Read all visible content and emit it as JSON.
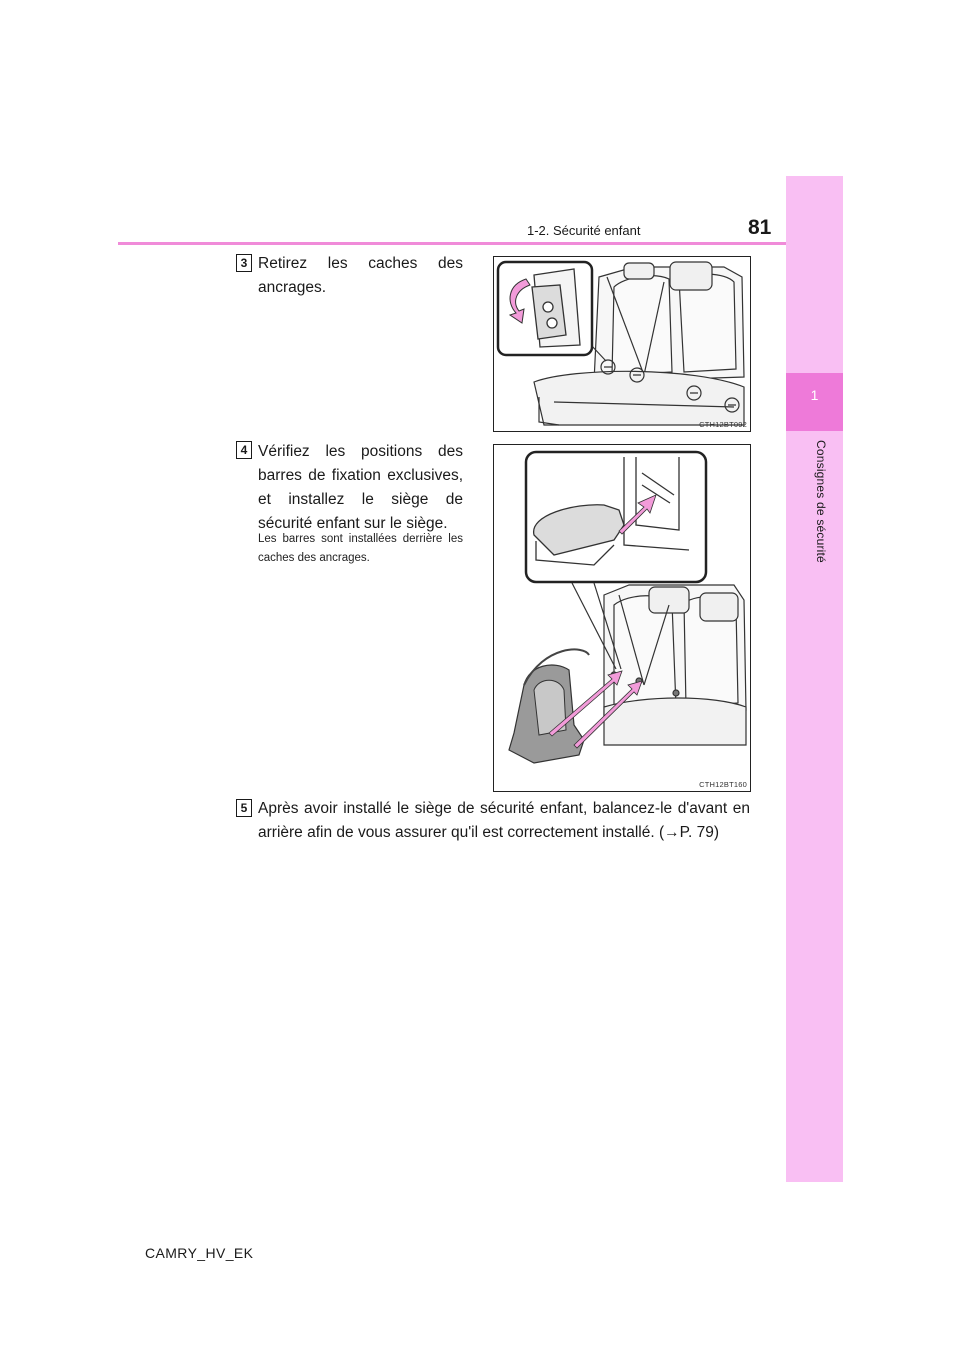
{
  "header": {
    "section": "1-2. Sécurité enfant",
    "page_number": "81"
  },
  "side_tab": {
    "chapter_number": "1",
    "chapter_title": "Consignes de sécurité",
    "color": "#f9bff3",
    "active_color": "#ee7ad9"
  },
  "steps": [
    {
      "number": "3",
      "text": "Retirez les caches des ancrages.",
      "figure_code": "CTH12BT092"
    },
    {
      "number": "4",
      "text": "Vérifiez les positions des barres de fixation exclusives, et instal­lez le siège de sécurité enfant sur le siège.",
      "note": "Les barres sont installées derrière les caches des ancrages.",
      "figure_code": "CTH12BT160"
    },
    {
      "number": "5",
      "text": "Après avoir installé le siège de sécurité enfant, balancez-le d'avant en arrière afin de vous assurer qu'il est correctement installé. (→P. 79)"
    }
  ],
  "footer": {
    "model_code": "CAMRY_HV_EK"
  },
  "accent_color": "#f08bd9",
  "icons": [
    "rotate-arrow-icon",
    "insert-arrow-icon"
  ]
}
